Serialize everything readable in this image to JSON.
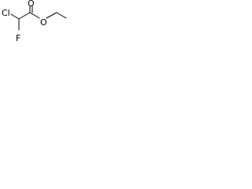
{
  "structure": {
    "atoms": {
      "chlorine": "Cl",
      "fluorine": "F",
      "carbonyl_oxygen": "O",
      "ester_oxygen": "O"
    },
    "colors": {
      "line": "#000000",
      "background": "#ffffff"
    }
  }
}
